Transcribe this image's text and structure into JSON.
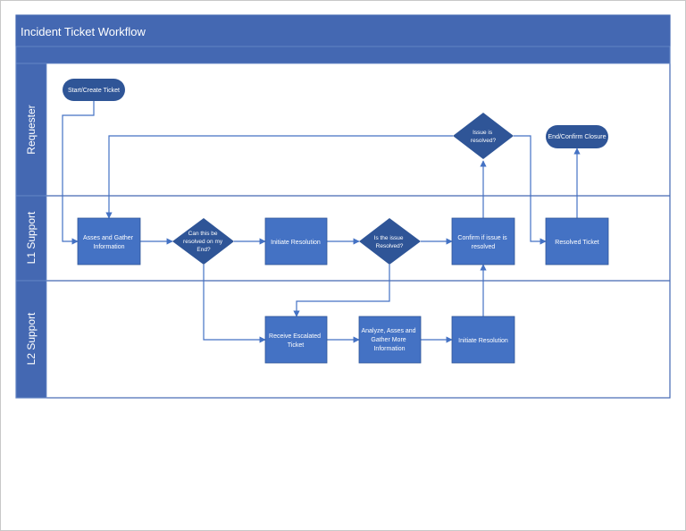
{
  "diagram": {
    "title": "Incident Ticket Workflow",
    "lanes": [
      {
        "id": "requester",
        "label": "Requester"
      },
      {
        "id": "l1",
        "label": "L1 Support"
      },
      {
        "id": "l2",
        "label": "L2 Support"
      }
    ],
    "nodes": [
      {
        "id": "start",
        "type": "terminator",
        "lines": [
          "Start/Create Ticket"
        ]
      },
      {
        "id": "assess",
        "type": "process",
        "lines": [
          "Asses and Gather",
          "Information"
        ]
      },
      {
        "id": "decide_l1",
        "type": "decision",
        "lines": [
          "Can this be",
          "resolved on my",
          "End?"
        ]
      },
      {
        "id": "init_l1",
        "type": "process",
        "lines": [
          "Initiate Resolution"
        ]
      },
      {
        "id": "is_resolved",
        "type": "decision",
        "lines": [
          "Is the issue",
          "Resolved?"
        ]
      },
      {
        "id": "confirm",
        "type": "process",
        "lines": [
          "Confirm if issue is",
          "resolved"
        ]
      },
      {
        "id": "resolved_ticket",
        "type": "process",
        "lines": [
          "Resolved Ticket"
        ]
      },
      {
        "id": "req_decision",
        "type": "decision",
        "lines": [
          "Issue is",
          "resolved?"
        ]
      },
      {
        "id": "end",
        "type": "terminator",
        "lines": [
          "End/Confirm Closure"
        ]
      },
      {
        "id": "receive",
        "type": "process",
        "lines": [
          "Receive Escalated",
          "Ticket"
        ]
      },
      {
        "id": "analyze",
        "type": "process",
        "lines": [
          "Analyze, Asses and",
          "Gather More",
          "Information"
        ]
      },
      {
        "id": "init_l2",
        "type": "process",
        "lines": [
          "Initiate Resolution"
        ]
      }
    ]
  },
  "colors": {
    "header": "#4468b2",
    "lane_header": "#4468b2",
    "shape_fill": "#4472c4",
    "shape_stroke": "#2f5597",
    "dark_fill": "#2f5597",
    "connector": "#4472c4",
    "lane_border": "#4468b2",
    "text": "#ffffff"
  }
}
